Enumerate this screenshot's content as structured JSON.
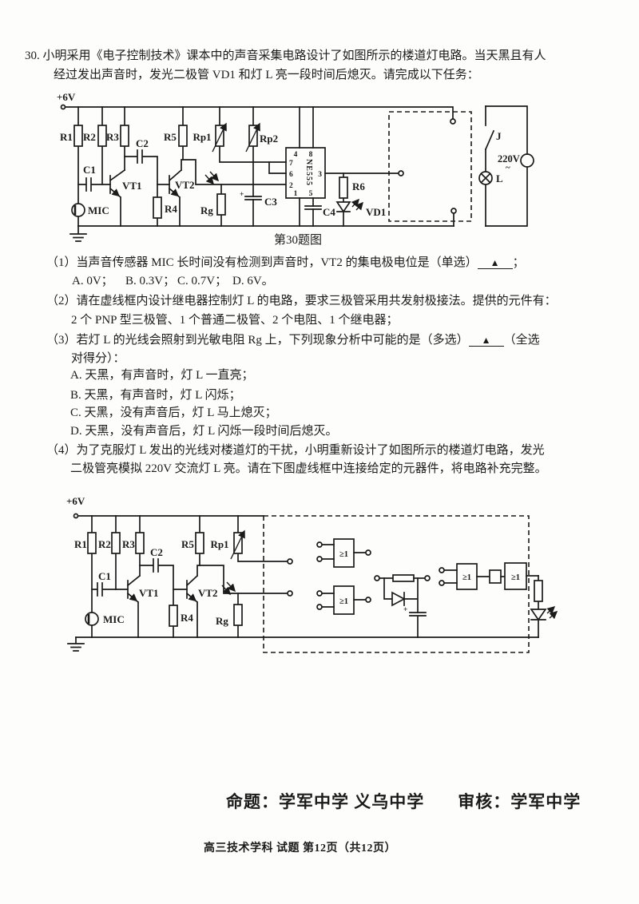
{
  "colors": {
    "ink": "#1b1b1b",
    "paper": "#fdfdfc"
  },
  "question": {
    "number": "30.",
    "intro_lines": [
      "小明采用《电子控制技术》课本中的声音采集电路设计了如图所示的楼道灯电路。当天黑且有人",
      "经过发出声音时，发光二极管 VD1 和灯 L 亮一段时间后熄灭。请完成以下任务："
    ],
    "parts": {
      "p1": {
        "head": "（1）当声音传感器 MIC 长时间没有检测到声音时，VT2 的集电极电位是（单选）",
        "blank": "▲",
        "tail": "；",
        "options": [
          "A. 0V；",
          "B. 0.3V；",
          "C. 0.7V；",
          "D. 6V。"
        ]
      },
      "p2": {
        "line1": "（2）请在虚线框内设计继电器控制灯 L 的电路，要求三极管采用共发射极接法。提供的元件有：",
        "line2": "2 个 PNP 型三极管、1 个普通二极管、2 个电阻、1 个继电器；"
      },
      "p3": {
        "head": "（3）若灯 L 的光线会照射到光敏电阻 Rg 上，下列现象分析中可能的是（多选）",
        "blank": "▲",
        "tail": "（全选",
        "line2": "对得分）：",
        "options": [
          "A. 天黑，有声音时，灯 L 一直亮；",
          "B. 天黑，有声音时，灯 L 闪烁；",
          "C. 天黑，没有声音后，灯 L 马上熄灭；",
          "D. 天黑，没有声音后，灯 L 闪烁一段时间后熄灭。"
        ]
      },
      "p4": {
        "line1": "（4）为了克服灯 L 发出的光线对楼道灯的干扰，小明重新设计了如图所示的楼道灯电路，发光",
        "line2": "二极管亮模拟 220V 交流灯 L 亮。请在下图虚线框中连接给定的元器件，将电路补充完整。"
      }
    }
  },
  "circuit1": {
    "supply": "+6V",
    "caption": "第30题图",
    "labels": {
      "r1": "R1",
      "r2": "R2",
      "r3": "R3",
      "r4": "R4",
      "r5": "R5",
      "r6": "R6",
      "rp1": "Rp1",
      "rp2": "Rp2",
      "rg": "Rg",
      "c1": "C1",
      "c2": "C2",
      "c3": "C3",
      "c4": "C4",
      "plus": "+",
      "mic": "MIC",
      "vt1": "VT1",
      "vt2": "VT2",
      "vd1": "VD1",
      "ic": "NE555",
      "relay_switch": "J",
      "lamp": "L",
      "voltage": "220V",
      "ac": "~"
    },
    "ic_pins": {
      "p1": "1",
      "p2": "2",
      "p3": "3",
      "p4": "4",
      "p5": "5",
      "p6": "6",
      "p7": "7",
      "p8": "8"
    }
  },
  "circuit2": {
    "supply": "+6V",
    "gate": "≥1",
    "labels": {
      "r1": "R1",
      "r2": "R2",
      "r3": "R3",
      "r4": "R4",
      "r5": "R5",
      "rp1": "Rp1",
      "rg": "Rg",
      "c1": "C1",
      "c2": "C2",
      "plus": "+",
      "mic": "MIC",
      "vt1": "VT1",
      "vt2": "VT2"
    }
  },
  "footer": {
    "setter": "命题：学军中学 义乌中学",
    "reviewer": "审核：学军中学",
    "page_info": "高三技术学科 试题 第12页（共12页）"
  }
}
